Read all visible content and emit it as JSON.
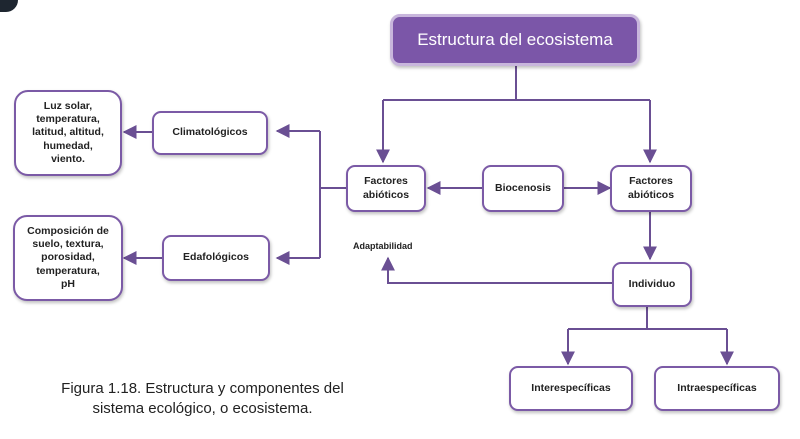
{
  "title": "Estructura del ecosistema",
  "nodes": {
    "factores_left": "Factores\nabióticos",
    "factores_right": "Factores\nabióticos",
    "biocenosis": "Biocenosis",
    "individuo": "Individuo",
    "climatologicos": "Climatológicos",
    "edafologicos": "Edafológicos",
    "clima_detail": "Luz solar,\ntemperatura,\nlatitud, altitud,\nhumedad,\nviento.",
    "suelo_detail": "Composición de\nsuelo, textura,\nporosidad,\ntemperatura,\npH",
    "interespecificas": "Interespecíficas",
    "intraespecificas": "Intraespecíficas"
  },
  "label_adaptabilidad": "Adaptabilidad",
  "caption_line1": "Figura 1.18. Estructura y componentes del",
  "caption_line2": "sistema ecológico, o ecosistema.",
  "colors": {
    "accent": "#7b56a8",
    "border": "#7b5aa6",
    "line": "#6a4f93"
  }
}
